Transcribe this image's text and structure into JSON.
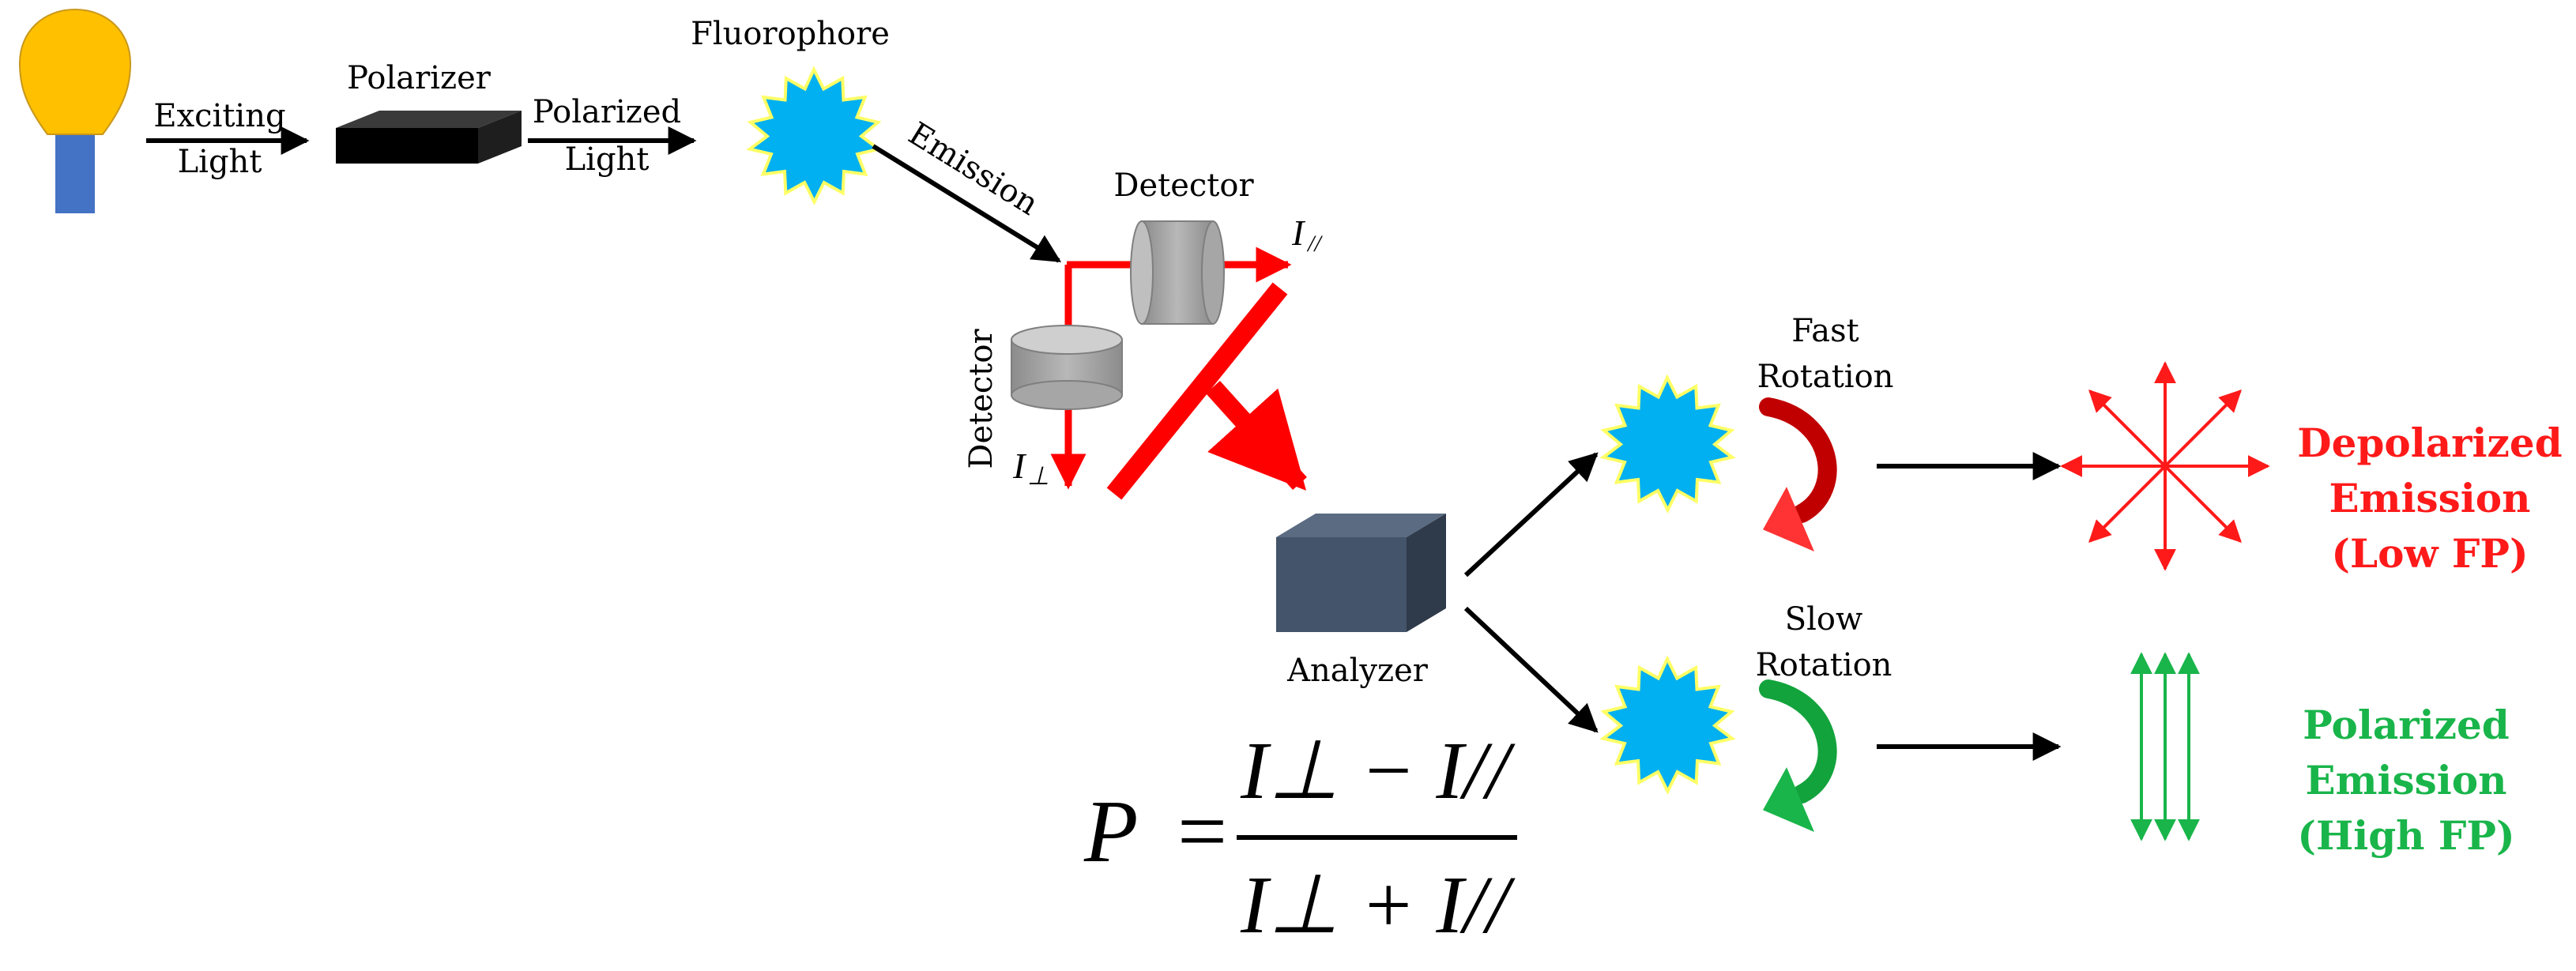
{
  "labels": {
    "exciting_line1": "Exciting",
    "exciting_line2": "Light",
    "polarizer": "Polarizer",
    "polarized_line1": "Polarized",
    "polarized_line2": "Light",
    "fluorophore": "Fluorophore",
    "emission": "Emission",
    "detector_top": "Detector",
    "detector_left": "Detector",
    "i_parallel": "I",
    "i_parallel_sub": "//",
    "i_perp": "I",
    "i_perp_sub": "⊥",
    "analyzer": "Analyzer",
    "fast_line1": "Fast",
    "fast_line2": "Rotation",
    "slow_line1": "Slow",
    "slow_line2": "Rotation"
  },
  "results": {
    "depolarized_line1": "Depolarized",
    "depolarized_line2": "Emission",
    "depolarized_line3": "(Low FP)",
    "polarized_line1": "Polarized",
    "polarized_line2": "Emission",
    "polarized_line3": "(High FP)"
  },
  "equation": {
    "lhs": "P",
    "equals": "=",
    "numerator": "I⊥ − I//",
    "denominator": "I⊥ + I//"
  },
  "colors": {
    "bulb": "#ffc000",
    "bulb_base": "#4472c4",
    "fluorophore": "#00b0f0",
    "fluorophore_edge": "#ffff66",
    "beam_red": "#ff0000",
    "depolarized": "#ff1a1a",
    "polarized": "#19b54a",
    "fast_arrow": "#c00000",
    "slow_arrow": "#12a33c",
    "analyzer": "#44546a",
    "detector": "#a6a6a6"
  }
}
